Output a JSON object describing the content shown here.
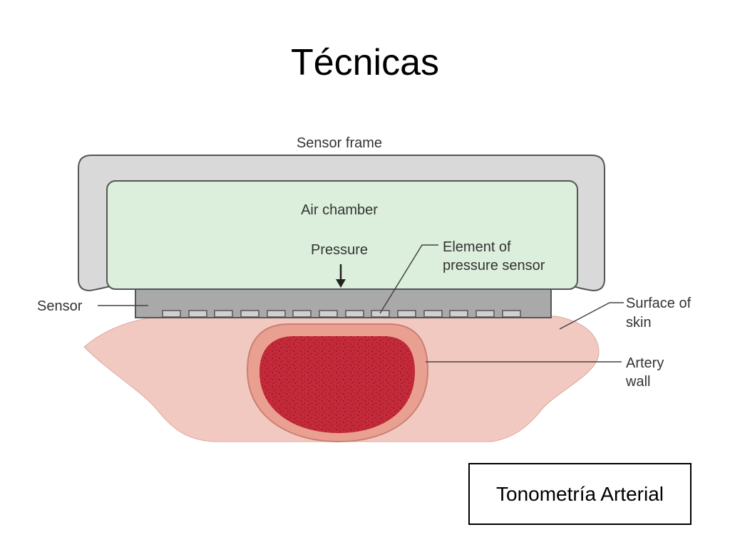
{
  "slide": {
    "title": "Técnicas",
    "caption": "Tonometría Arterial"
  },
  "diagram": {
    "labels": {
      "sensor_frame": "Sensor frame",
      "air_chamber": "Air chamber",
      "pressure": "Pressure",
      "element_line1": "Element of",
      "element_line2": "pressure sensor",
      "sensor": "Sensor",
      "surface_line1": "Surface of",
      "surface_line2": "skin",
      "artery_line1": "Artery",
      "artery_line2": "wall"
    },
    "colors": {
      "frame": "#d9d9d9",
      "air_chamber": "#dcefdc",
      "sensor": "#a9a9a9",
      "skin": "#f2c9c0",
      "artery_wall": "#e9a091",
      "blood": "#c42a3a"
    }
  }
}
